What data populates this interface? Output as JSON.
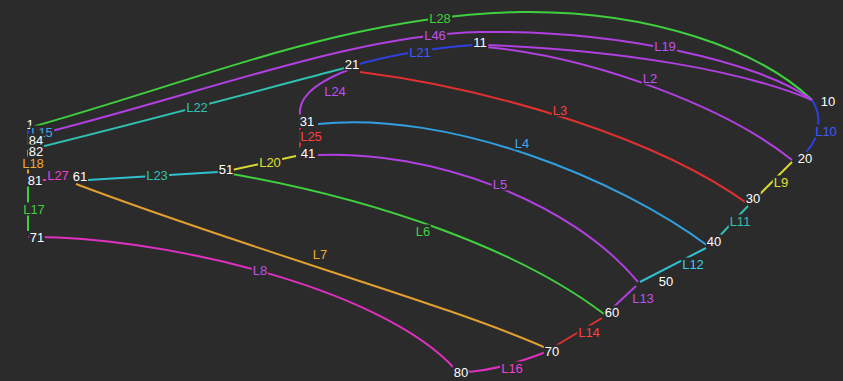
{
  "diagram": {
    "labels": [
      "L28",
      "L46",
      "11",
      "L21",
      "L19",
      "21",
      "L22",
      "L2",
      "L24",
      "L3",
      "31",
      "L4",
      "L25",
      "41",
      "L20",
      "51",
      "L23",
      "L5",
      "L6",
      "L7",
      "L8",
      "10",
      "L10",
      "20",
      "L9",
      "30",
      "L11",
      "40",
      "L12",
      "50",
      "L13",
      "60",
      "L14",
      "70",
      "L16",
      "80",
      "1",
      "L15",
      "84",
      "82",
      "L18",
      "81",
      "L27",
      "61",
      "L17",
      "71"
    ]
  }
}
